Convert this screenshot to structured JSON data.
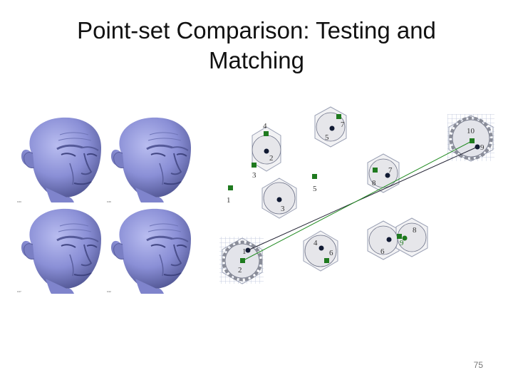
{
  "slide": {
    "title_line1": "Point-set Comparison: Testing and",
    "title_line2": "Matching",
    "page_number": "75"
  },
  "heads": {
    "skin_color": "#8a8fd6",
    "count": 4,
    "captions": [
      "0.03",
      "0.06",
      "0.07",
      "0.02"
    ]
  },
  "diagram": {
    "point_color": "#1f7a1f",
    "test_point_color": "#111a33",
    "line_colors": [
      "#1f8a1f",
      "#222233"
    ],
    "labels": {
      "a4": "4",
      "a2": "2",
      "a3": "3",
      "b7": "7",
      "b5": "5",
      "c10": "10",
      "c9": "9",
      "d1": "1",
      "d5": "5",
      "e3": "3",
      "f7": "7",
      "f8": "8",
      "g1": "1",
      "g2": "2",
      "h4": "4",
      "h6": "6",
      "i8": "8",
      "i6": "6",
      "i9": "9"
    }
  }
}
